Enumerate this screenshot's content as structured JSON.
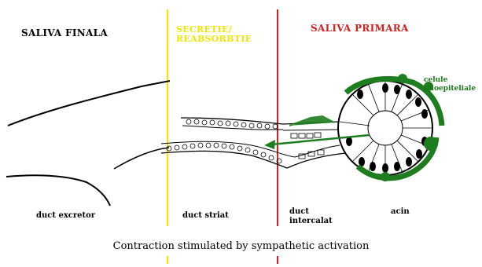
{
  "zones": {
    "left_title": "SALIVA FINALA",
    "middle_title": "SECRETIE/ REABSORBTIE",
    "right_title": "SALIVA PRIMARA"
  },
  "parts": {
    "excretor": "duct excretor",
    "striat": "duct striat",
    "intercalat": "duct intercalat",
    "acin": "acin"
  },
  "cells_label": "celule mioepiteliale",
  "caption": "Contraction stimulated by sympathetic activation",
  "colors": {
    "boundary_yellow": "#f2e600",
    "boundary_red": "#d42020",
    "myoepithelial_green": "#1e7d1e",
    "flow_arrow": "#1e7d1e"
  }
}
